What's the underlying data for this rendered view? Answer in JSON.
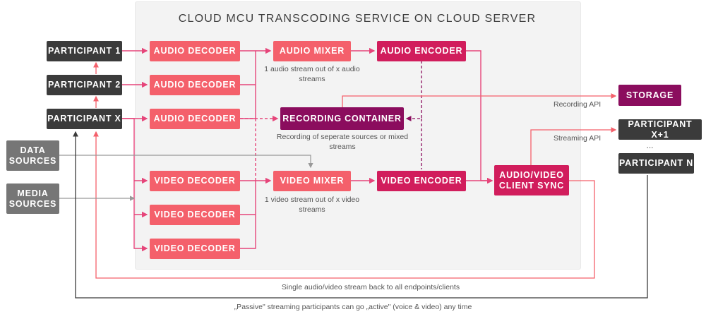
{
  "title": "CLOUD MCU TRANSCODING SERVICE ON CLOUD SERVER",
  "participants": {
    "p1": "PARTICIPANT 1",
    "p2": "PARTICIPANT 2",
    "px": "PARTICIPANT X",
    "pxplus": "PARTICIPANT X+1",
    "pn": "PARTICIPANT N",
    "ellipsis": "..."
  },
  "sources": {
    "data": "DATA SOURCES",
    "media": "MEDIA SOURCES"
  },
  "decoders": {
    "audio": [
      "AUDIO DECODER",
      "AUDIO DECODER",
      "AUDIO DECODER"
    ],
    "video": [
      "VIDEO DECODER",
      "VIDEO DECODER",
      "VIDEO DECODER"
    ]
  },
  "processing": {
    "audio_mixer": "AUDIO MIXER",
    "audio_encoder": "AUDIO ENCODER",
    "recording_container": "RECORDING CONTAINER",
    "video_mixer": "VIDEO MIXER",
    "video_encoder": "VIDEO ENCODER",
    "av_sync": "AUDIO/VIDEO CLIENT SYNC",
    "storage": "STORAGE"
  },
  "notes": {
    "audio_mixer": "1 audio stream out of x audio streams",
    "recording": "Recording of seperate sources or mixed streams",
    "video_mixer": "1 video stream out of x video streams",
    "recording_api": "Recording API",
    "streaming_api": "Streaming API",
    "single_stream": "Single audio/video stream back to all endpoints/clients",
    "passive": "„Passive\" streaming participants can go „active\" (voice & video) any time"
  },
  "colors": {
    "coral": "#f4606b",
    "crimson": "#d11d5c",
    "plum": "#8b0d5e",
    "dark": "#3b3b3b",
    "grey": "#767676",
    "panel": "#f3f3f3"
  }
}
